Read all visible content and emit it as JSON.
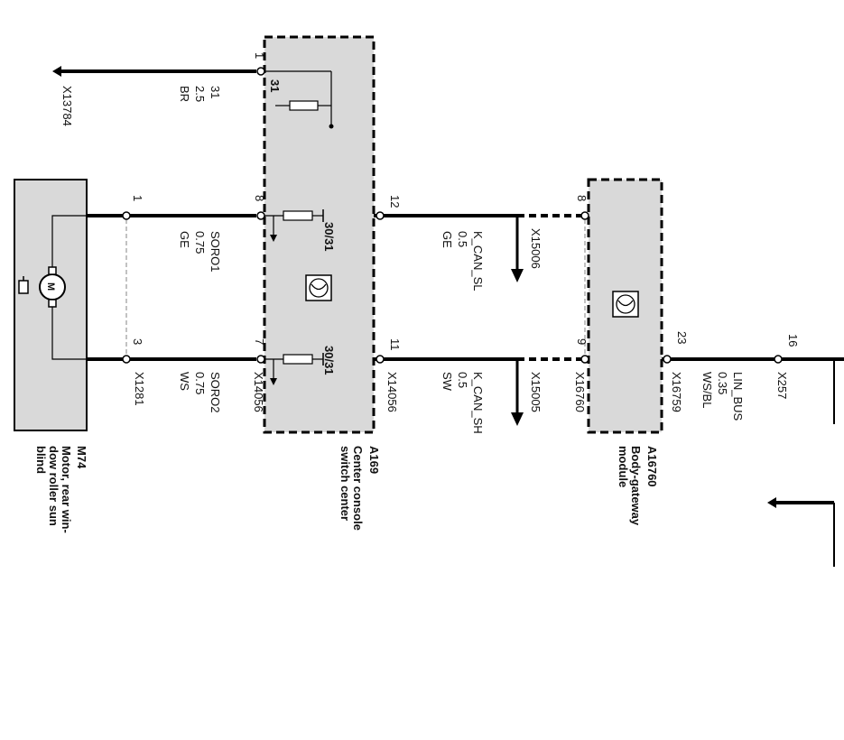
{
  "components": {
    "motor": {
      "code": "M74",
      "desc": [
        "Motor, rear win-",
        "dow roller sun",
        "blind"
      ],
      "symbol": "M"
    },
    "center_console": {
      "code": "A169",
      "desc": [
        "Center console",
        "switch center"
      ]
    },
    "gateway": {
      "code": "A16760",
      "desc": [
        "Body-gateway",
        "module"
      ]
    }
  },
  "ground": {
    "connector": "X13784",
    "pin": "1",
    "signal": "31",
    "gauge": "2.5",
    "color": "BR",
    "inner_label": "31"
  },
  "wires": [
    {
      "id": "soro1",
      "left_pin": "1",
      "right_pin": "8",
      "signal": "SORO1",
      "gauge": "0.75",
      "color": "GE",
      "inner_label": "30/31"
    },
    {
      "id": "soro2",
      "left_pin": "3",
      "right_pin": "7",
      "signal": "SORO2",
      "gauge": "0.75",
      "color": "WS",
      "inner_label": "30/31",
      "left_connector": "X1281",
      "right_connector": "X14056"
    },
    {
      "id": "kcan_sl",
      "left_pin": "12",
      "right_pin": "8",
      "signal": "K_CAN_SL",
      "gauge": "0.5",
      "color": "GE",
      "drop": "X15006"
    },
    {
      "id": "kcan_sh",
      "left_pin": "11",
      "right_pin": "9",
      "signal": "K_CAN_SH",
      "gauge": "0.5",
      "color": "SW",
      "drop": "X15005",
      "left_connector": "X14056",
      "right_connector": "X16760"
    },
    {
      "id": "lin",
      "left_pin": "23",
      "right_pin": "16",
      "signal": "LIN_BUS",
      "gauge": "0.35",
      "color": "WS/BL",
      "left_connector": "X16759",
      "right_connector": "X257"
    }
  ],
  "colors": {
    "box_fill": "#d9d9d9",
    "line": "#000000"
  }
}
